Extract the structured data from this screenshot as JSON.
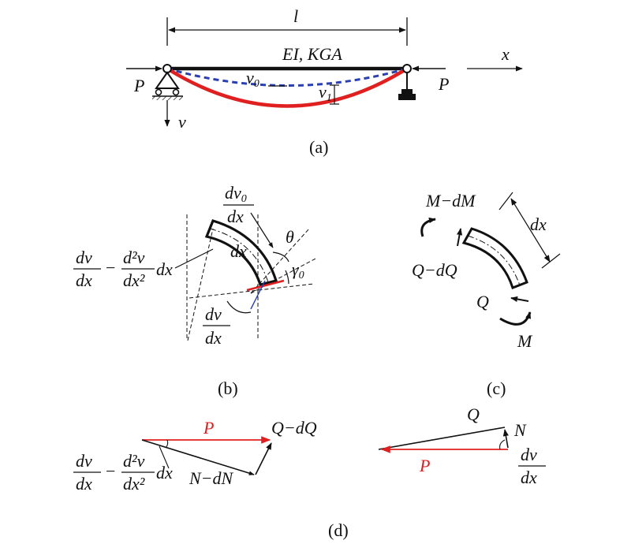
{
  "colors": {
    "ink": "#111111",
    "red": "#e02020",
    "blue": "#2a3fb0"
  },
  "a": {
    "length": "l",
    "stiffness": "EI, KGA",
    "x_axis": "x",
    "v_axis": "v",
    "load_left": "P",
    "load_right": "P",
    "v0": "v",
    "v0_sub": "0",
    "v1": "v",
    "v1_sub": "1",
    "caption": "(a)"
  },
  "b": {
    "dv0_num": "dv",
    "dv0_sub": "0",
    "dv0_den": "dx",
    "theta": "θ",
    "gamma": "γ",
    "gamma_sub": "0",
    "dx": "dx",
    "left_num": "dv",
    "left_den": "dx",
    "minus": "−",
    "d2_num": "d²v",
    "d2_den": "dx²",
    "dx_tail": "dx",
    "dvdx_num": "dv",
    "dvdx_den": "dx",
    "caption": "(b)"
  },
  "c": {
    "m_dm": "M−dM",
    "dx": "dx",
    "q_dq": "Q−dQ",
    "q": "Q",
    "m": "M",
    "caption": "(c)"
  },
  "d": {
    "p_left": "P",
    "q_dq": "Q−dQ",
    "left_num": "dv",
    "left_den": "dx",
    "minus": "−",
    "d2_num": "d²v",
    "d2_den": "dx²",
    "dx_tail": "dx",
    "n_dn": "N−dN",
    "q": "Q",
    "n": "N",
    "p_right": "P",
    "dvdx_num": "dv",
    "dvdx_den": "dx",
    "caption": "(d)"
  }
}
